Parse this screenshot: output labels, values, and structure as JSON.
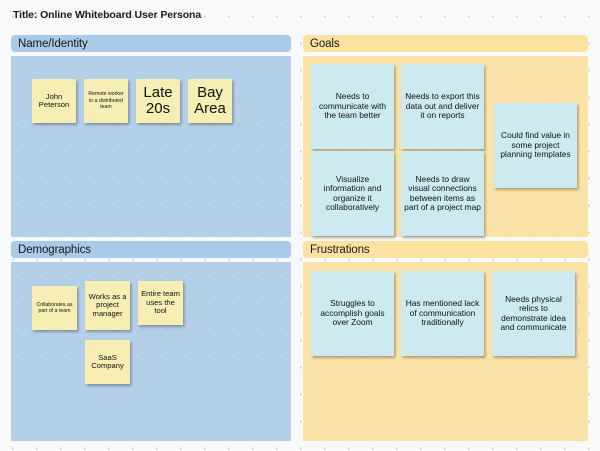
{
  "board": {
    "title": "Title: Online Whiteboard User Persona",
    "background_color": "#f8f9fa",
    "dot_color": "#d3d6da"
  },
  "sections": [
    {
      "key": "name_identity",
      "header": "Name/Identity",
      "header_color": "#a9cbe8",
      "body_color": "#b4d0e9",
      "note_color": "#f6eeb2",
      "notes": [
        {
          "text": "John Peterson"
        },
        {
          "text": "Remote worker in a distributed team"
        },
        {
          "text": "Late 20s"
        },
        {
          "text": "Bay Area"
        }
      ]
    },
    {
      "key": "goals",
      "header": "Goals",
      "header_color": "#fbe2a0",
      "body_color": "#fbe3a8",
      "note_color": "#cdeaf0",
      "notes": [
        {
          "text": "Needs to communicate with the team better"
        },
        {
          "text": "Needs to export this data out and deliver it on reports"
        },
        {
          "text": "Could find value in some project planning templates"
        },
        {
          "text": "Visualize information and organize it collaboratively"
        },
        {
          "text": "Needs to draw visual connections between items as part of a project map"
        }
      ]
    },
    {
      "key": "demographics",
      "header": "Demographics",
      "header_color": "#a9cbe8",
      "body_color": "#b4d0e9",
      "note_color": "#f6eeb2",
      "notes": [
        {
          "text": "Collaborates as part of a team"
        },
        {
          "text": "Works as a project manager"
        },
        {
          "text": "Entire team uses the tool"
        },
        {
          "text": "SaaS Company"
        }
      ]
    },
    {
      "key": "frustrations",
      "header": "Frustrations",
      "header_color": "#fbe2a0",
      "body_color": "#fbe3a8",
      "note_color": "#cdeaf0",
      "notes": [
        {
          "text": "Struggles to accomplish goals over Zoom"
        },
        {
          "text": "Has mentioned lack of communication traditionally"
        },
        {
          "text": "Needs physical relics to demonstrate idea and communicate"
        }
      ]
    }
  ]
}
